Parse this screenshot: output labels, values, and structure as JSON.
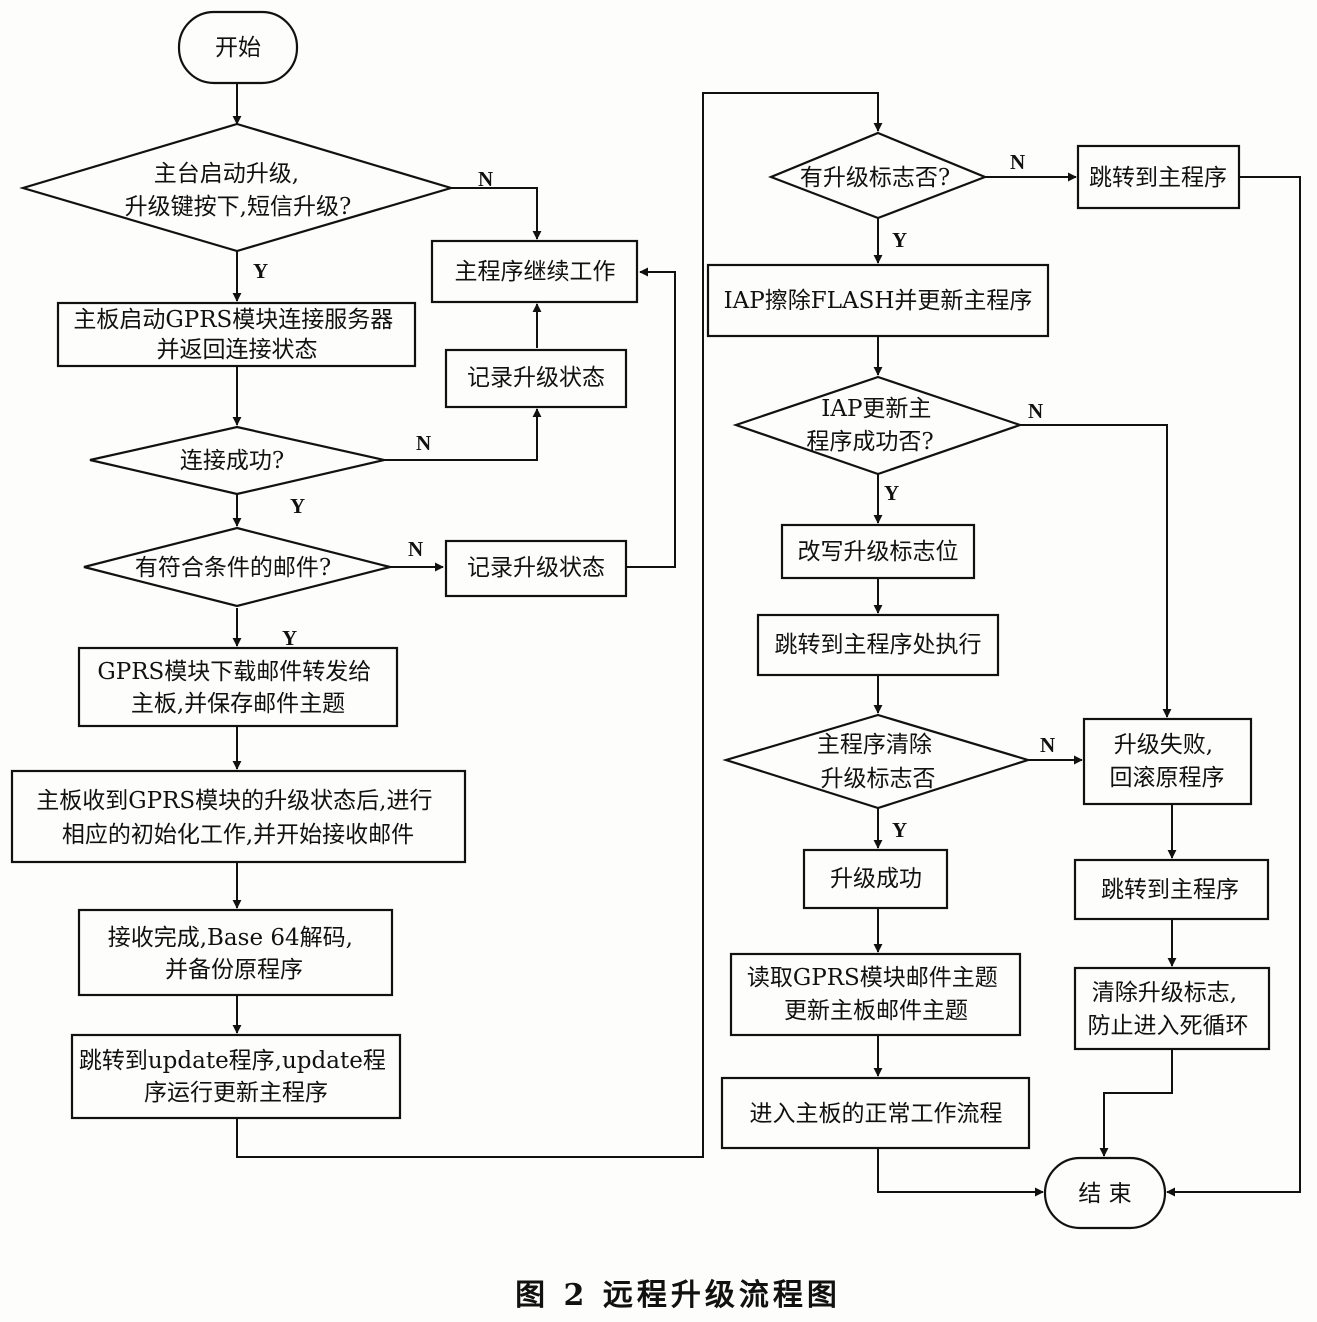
{
  "figure": {
    "caption": "图 2   远程升级流程图"
  },
  "nodes": {
    "start": {
      "lines": [
        "开始"
      ]
    },
    "dec_trigger": {
      "lines": [
        "主台启动升级,",
        "升级键按下,短信升级?"
      ]
    },
    "continue_work": {
      "lines": [
        "主程序继续工作"
      ]
    },
    "connect_gprs": {
      "lines": [
        "主板启动GPRS模块连接服务器",
        "并返回连接状态"
      ]
    },
    "record_status_1": {
      "lines": [
        "记录升级状态"
      ]
    },
    "dec_connected": {
      "lines": [
        "连接成功?"
      ]
    },
    "dec_mail": {
      "lines": [
        "有符合条件的邮件?"
      ]
    },
    "record_status_2": {
      "lines": [
        "记录升级状态"
      ]
    },
    "download_mail": {
      "lines": [
        "GPRS模块下载邮件转发给",
        "主板,并保存邮件主题"
      ]
    },
    "board_init": {
      "lines": [
        "主板收到GPRS模块的升级状态后,进行",
        "相应的初始化工作,并开始接收邮件"
      ]
    },
    "decode": {
      "lines": [
        "接收完成,Base 64解码,",
        "并备份原程序"
      ]
    },
    "jump_update": {
      "lines": [
        "跳转到update程序,update程",
        "序运行更新主程序"
      ]
    },
    "dec_flag": {
      "lines": [
        "有升级标志否?"
      ]
    },
    "jump_main_1": {
      "lines": [
        "跳转到主程序"
      ]
    },
    "iap_erase": {
      "lines": [
        "IAP擦除FLASH并更新主程序"
      ]
    },
    "dec_iap_ok": {
      "lines": [
        "IAP更新主",
        "程序成功否?"
      ]
    },
    "rewrite_flag": {
      "lines": [
        "改写升级标志位"
      ]
    },
    "jump_main_exec": {
      "lines": [
        "跳转到主程序处执行"
      ]
    },
    "dec_clear": {
      "lines": [
        "主程序清除",
        "升级标志否"
      ]
    },
    "fail_rollback": {
      "lines": [
        "升级失败,",
        "回滚原程序"
      ]
    },
    "upgrade_ok": {
      "lines": [
        "升级成功"
      ]
    },
    "jump_main_2": {
      "lines": [
        "跳转到主程序"
      ]
    },
    "read_subject": {
      "lines": [
        "读取GPRS模块邮件主题",
        "更新主板邮件主题"
      ]
    },
    "clear_flag": {
      "lines": [
        "清除升级标志,",
        "防止进入死循环"
      ]
    },
    "normal_flow": {
      "lines": [
        "进入主板的正常工作流程"
      ]
    },
    "end": {
      "lines": [
        "结 束"
      ]
    }
  },
  "edge_labels": {
    "yes": "Y",
    "no": "N"
  }
}
